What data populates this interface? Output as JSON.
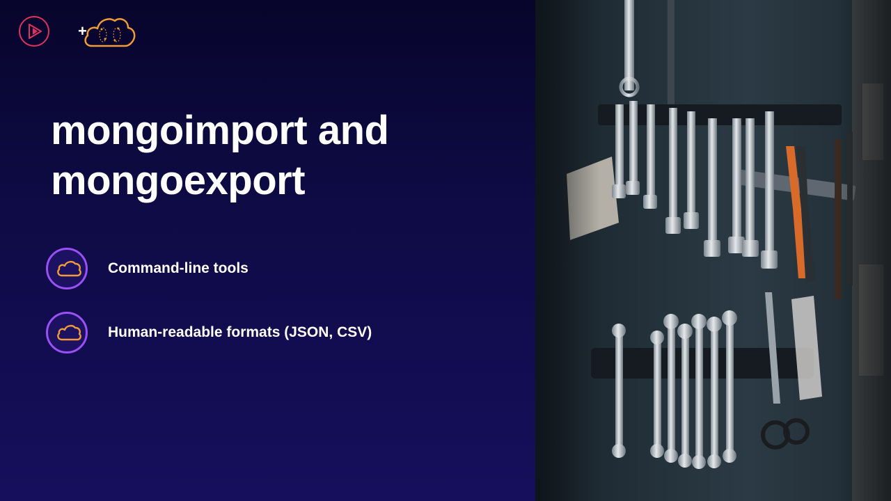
{
  "slide": {
    "title_line1": "mongoimport and",
    "title_line2": "mongoexport",
    "bullets": [
      {
        "icon": "cloud-icon",
        "text": "Command-line tools"
      },
      {
        "icon": "cloud-icon",
        "text": "Human-readable formats (JSON, CSV)"
      }
    ]
  },
  "logos": {
    "plus": "+",
    "left_logo": "play-icon",
    "right_logo": "cloud-icon"
  },
  "photo": {
    "subject": "tools-hanging-on-wall-photo"
  },
  "colors": {
    "background_top": "#07052b",
    "background_bottom": "#160f5c",
    "accent_pink": "#e0325e",
    "accent_orange": "#f29b38",
    "accent_purple": "#9a50f2",
    "text": "#ffffff"
  }
}
